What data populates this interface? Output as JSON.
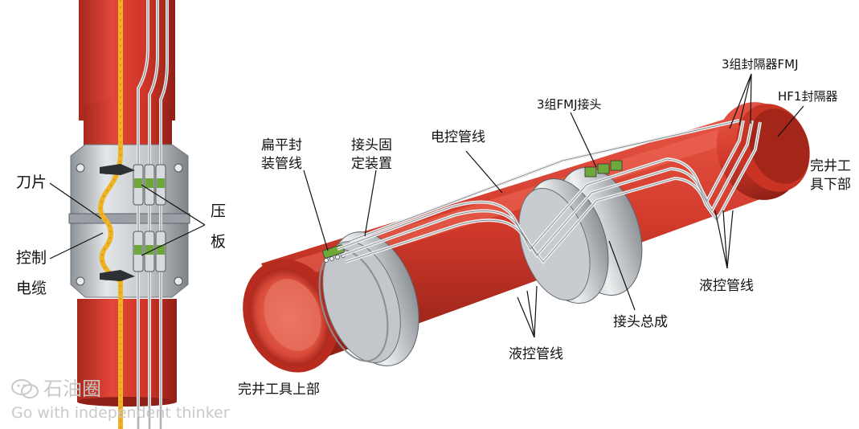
{
  "colors": {
    "pipe_red": "#d83a2a",
    "pipe_dark": "#a5261b",
    "steel": "#c9cdd1",
    "cable_yellow": "#f0b323"
  },
  "left_labels": {
    "blade": "刀片",
    "control_line1": "控制",
    "control_line2": "电缆",
    "plate_line1": "压",
    "plate_line2": "板"
  },
  "right_labels": {
    "flat_pack_line1": "扁平封",
    "flat_pack_line2": "装管线",
    "clamp_line1": "接头固",
    "clamp_line2": "定装置",
    "electric_line": "电控管线",
    "fmj_connectors": "3组FMJ接头",
    "fmj_packers": "3组封隔器FMJ",
    "hf1_packer": "HF1封隔器",
    "lower_line1": "完井工",
    "lower_line2": "具下部",
    "hydraulic_right": "液控管线",
    "joint_assembly": "接头总成",
    "hydraulic_center": "液控管线",
    "upper_part": "完井工具上部"
  },
  "watermark": {
    "brand": "石油圈",
    "slogan": "Go with independent thinker",
    "icon": "wechat-icon"
  }
}
